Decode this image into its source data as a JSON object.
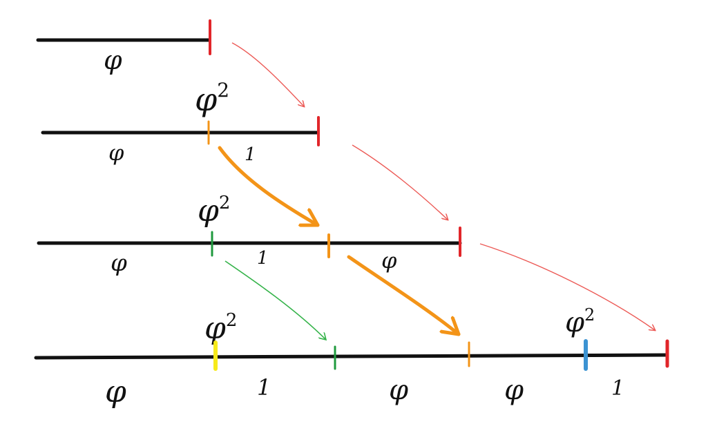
{
  "diagram": {
    "symbol": "φ",
    "symbol_squared": "φ²",
    "one": "1",
    "colors": {
      "line": "#111111",
      "red": "#e1262a",
      "orange": "#f39418",
      "green": "#1f9a3e",
      "yellow": "#f6ea1a",
      "blue": "#3c93d2",
      "red_arrow": "#ec5a56",
      "green_arrow": "#35b34a"
    },
    "rows": [
      {
        "name": "row-1",
        "labels": [
          "φ"
        ],
        "annotations": []
      },
      {
        "name": "row-2",
        "labels": [
          "φ",
          "1"
        ],
        "annotations": [
          "φ²"
        ]
      },
      {
        "name": "row-3",
        "labels": [
          "φ",
          "1",
          "φ"
        ],
        "annotations": [
          "φ²"
        ]
      },
      {
        "name": "row-4",
        "labels": [
          "φ",
          "1",
          "φ",
          "φ",
          "1"
        ],
        "annotations": [
          "φ²",
          "φ²"
        ]
      }
    ]
  }
}
